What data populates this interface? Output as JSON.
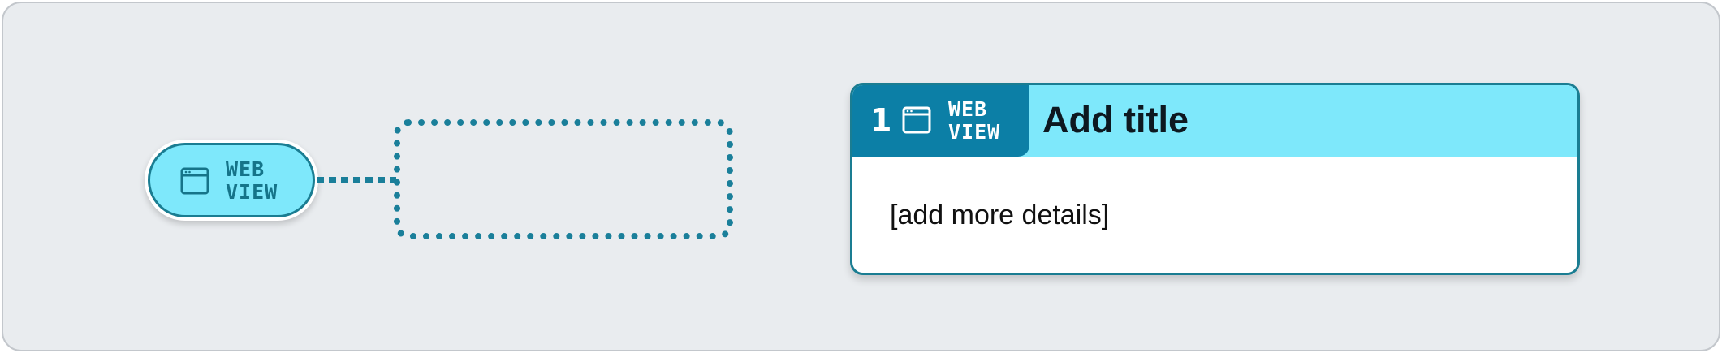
{
  "pill": {
    "icon": "browser-window-icon",
    "label_line1": "WEB",
    "label_line2": "VIEW"
  },
  "card": {
    "number": "1",
    "icon": "browser-window-icon",
    "tag_line1": "WEB",
    "tag_line2": "VIEW",
    "title": "Add title",
    "details": "[add more details]"
  },
  "colors": {
    "background": "#e9ecef",
    "accent_light": "#7ee8fb",
    "accent_dark": "#0c7fa6",
    "stroke": "#1a7d92"
  }
}
